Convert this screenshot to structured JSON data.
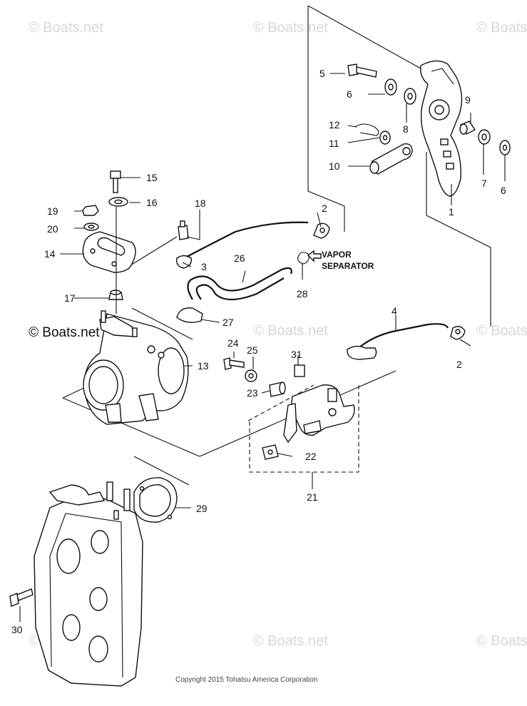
{
  "watermarks": [
    "© Boats.net",
    "© Boats.net",
    "© Boats.net",
    "© Boats.net",
    "© Boats.net",
    "© Boats.net",
    "© Boats.net",
    "© Boats.net"
  ],
  "watermark_main": "© Boats.net",
  "copyright": "Copyright 2015 Tohatsu America Corporation",
  "note": {
    "line1": "VAPOR",
    "line2": "SEPARATOR"
  },
  "callouts": {
    "c1": "1",
    "c2a": "2",
    "c2b": "2",
    "c3": "3",
    "c4": "4",
    "c5": "5",
    "c6a": "6",
    "c6b": "6",
    "c7": "7",
    "c8": "8",
    "c9": "9",
    "c10": "10",
    "c11": "11",
    "c12": "12",
    "c13": "13",
    "c14": "14",
    "c15": "15",
    "c16": "16",
    "c17": "17",
    "c18": "18",
    "c19": "19",
    "c20": "20",
    "c21": "21",
    "c22": "22",
    "c23": "23",
    "c24": "24",
    "c25": "25",
    "c26": "26",
    "c27": "27",
    "c28": "28",
    "c29": "29",
    "c30": "30",
    "c31": "31"
  },
  "colors": {
    "line": "#111111",
    "watermark": "#d6d6d6"
  }
}
